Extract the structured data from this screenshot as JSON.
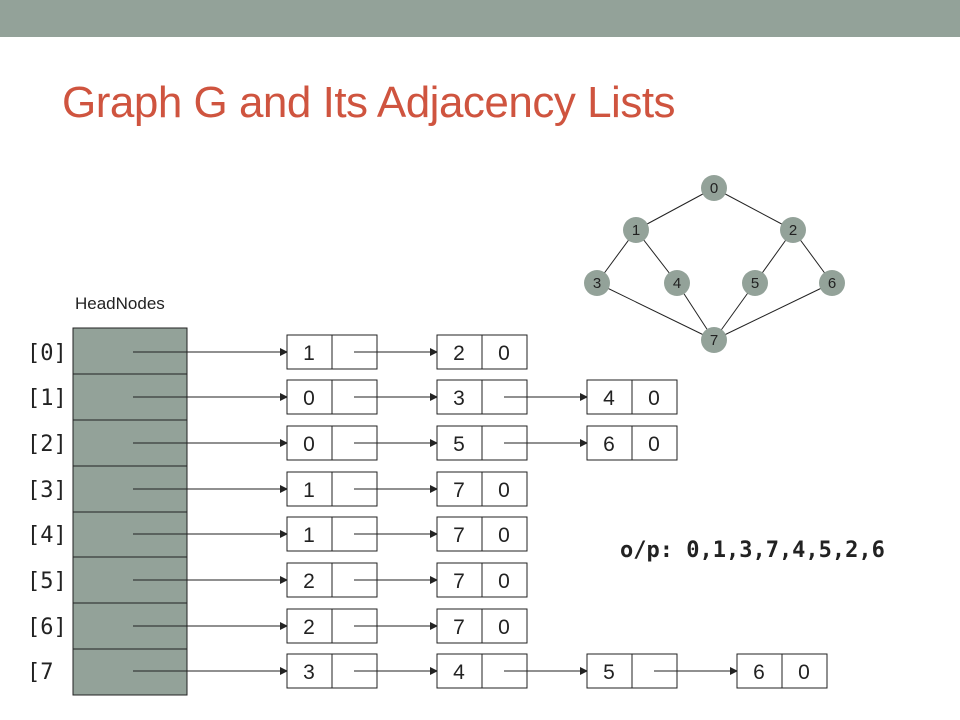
{
  "slide": {
    "title": "Graph G and Its Adjacency Lists",
    "headnodes_caption": "HeadNodes",
    "output_label": "o/p: 0,1,3,7,4,5,2,6"
  },
  "colors": {
    "topbar": "#93a299",
    "title": "#cf543f",
    "headnode_fill": "#93a299",
    "graph_node_fill": "#93a299"
  },
  "head_labels": [
    "[0]",
    "[1]",
    "[2]",
    "[3]",
    "[4]",
    "[5]",
    "[6]",
    "[7"
  ],
  "rows": [
    {
      "nodes": [
        {
          "v": "1",
          "link": ""
        },
        {
          "v": "2",
          "link": "0"
        }
      ]
    },
    {
      "nodes": [
        {
          "v": "0",
          "link": ""
        },
        {
          "v": "3",
          "link": ""
        },
        {
          "v": "4",
          "link": "0"
        }
      ]
    },
    {
      "nodes": [
        {
          "v": "0",
          "link": ""
        },
        {
          "v": "5",
          "link": ""
        },
        {
          "v": "6",
          "link": "0"
        }
      ]
    },
    {
      "nodes": [
        {
          "v": "1",
          "link": ""
        },
        {
          "v": "7",
          "link": "0"
        }
      ]
    },
    {
      "nodes": [
        {
          "v": "1",
          "link": ""
        },
        {
          "v": "7",
          "link": "0"
        }
      ]
    },
    {
      "nodes": [
        {
          "v": "2",
          "link": ""
        },
        {
          "v": "7",
          "link": "0"
        }
      ]
    },
    {
      "nodes": [
        {
          "v": "2",
          "link": ""
        },
        {
          "v": "7",
          "link": "0"
        }
      ]
    },
    {
      "nodes": [
        {
          "v": "3",
          "link": ""
        },
        {
          "v": "4",
          "link": ""
        },
        {
          "v": "5",
          "link": ""
        },
        {
          "v": "6",
          "link": "0"
        }
      ]
    }
  ],
  "graph": {
    "nodes": [
      "0",
      "1",
      "2",
      "3",
      "4",
      "5",
      "6",
      "7"
    ],
    "edges": [
      [
        "0",
        "1"
      ],
      [
        "0",
        "2"
      ],
      [
        "1",
        "3"
      ],
      [
        "1",
        "4"
      ],
      [
        "2",
        "5"
      ],
      [
        "2",
        "6"
      ],
      [
        "3",
        "7"
      ],
      [
        "4",
        "7"
      ],
      [
        "5",
        "7"
      ],
      [
        "6",
        "7"
      ]
    ]
  }
}
